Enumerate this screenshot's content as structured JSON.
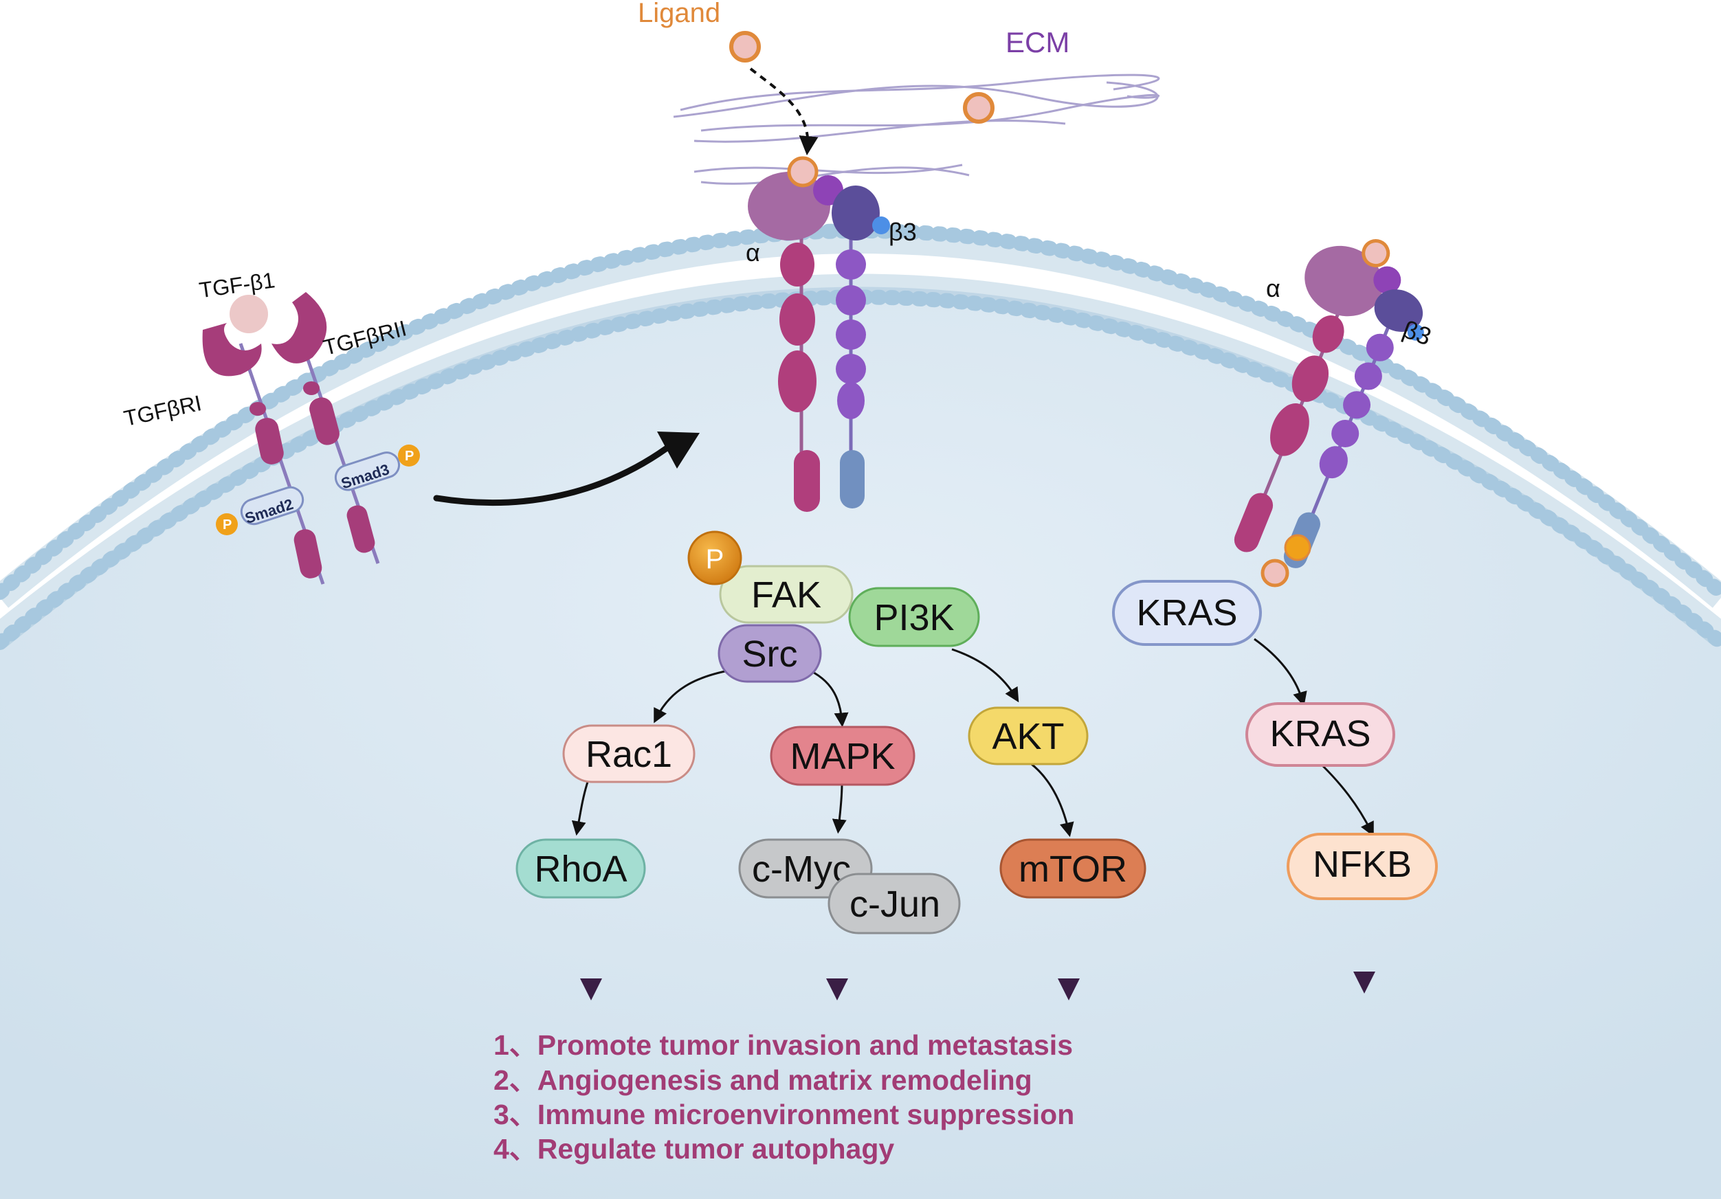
{
  "labels": {
    "ligand": "Ligand",
    "ecm": "ECM",
    "tgf_b1": "TGF-β1",
    "tgfbr1": "TGFβRI",
    "tgfbr2": "TGFβRII",
    "smad2": "Smad2",
    "smad3": "Smad3",
    "phospho": "P",
    "alpha": "α",
    "beta3": "β3"
  },
  "nodes": {
    "fak": "FAK",
    "pi3k": "PI3K",
    "src": "Src",
    "rac1": "Rac1",
    "mapk": "MAPK",
    "akt": "AKT",
    "rhoa": "RhoA",
    "cmyc": "c-Myc",
    "cjun": "c-Jun",
    "mtor": "mTOR",
    "kras_top": "KRAS",
    "kras_mid": "KRAS",
    "nfkb": "NFKB"
  },
  "outcomes": [
    "1、Promote tumor invasion and metastasis",
    "2、Angiogenesis and matrix remodeling",
    "3、Immune microenvironment suppression",
    "4、Regulate tumor autophagy"
  ],
  "colors": {
    "ligand": "#e0893a",
    "ecm": "#7b3fa6",
    "outcome_text": "#a23c75",
    "tgf_receptor": "#a63d7a",
    "integrin_alpha": "#b03e7c",
    "integrin_beta": "#8d57c4",
    "phospho": "#f0a11a"
  }
}
